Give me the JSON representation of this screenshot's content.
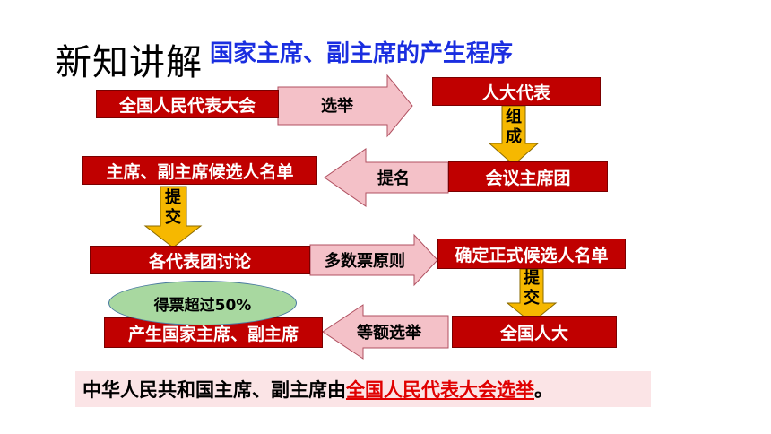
{
  "header": {
    "title": "新知讲解",
    "subtitle": "国家主席、副主席的产生程序"
  },
  "nodes": {
    "npc_congress": "全国人民代表大会",
    "npc_deputies": "人大代表",
    "candidate_list": "主席、副主席候选人名单",
    "presidium": "会议主席团",
    "delegation_discussion": "各代表团讨论",
    "formal_candidate_list": "确定正式候选人名单",
    "produce_president": "产生国家主席、副主席",
    "npc": "全国人大"
  },
  "edges": {
    "elect": "选举",
    "form_1": "组",
    "form_2": "成",
    "nominate": "提名",
    "submit_a_1": "提",
    "submit_a_2": "交",
    "majority_principle": "多数票原则",
    "submit_b_1": "提",
    "submit_b_2": "交",
    "equal_election": "等额选举"
  },
  "condition": "得票超过50%",
  "conclusion": {
    "prefix": "中华人民共和国主席、副主席由",
    "highlight_body": "全国人民代表大会",
    "highlight_verb": "选举",
    "suffix": "。"
  },
  "colors": {
    "box_red": "#c00000",
    "arrow_pink": "#f4c1c8",
    "arrow_orange": "#f6b800",
    "title_blue": "#1a2ee0",
    "ellipse_green": "#a8d8a0",
    "highlight_red": "#e00000",
    "banner_pink": "#fbe4e6"
  }
}
